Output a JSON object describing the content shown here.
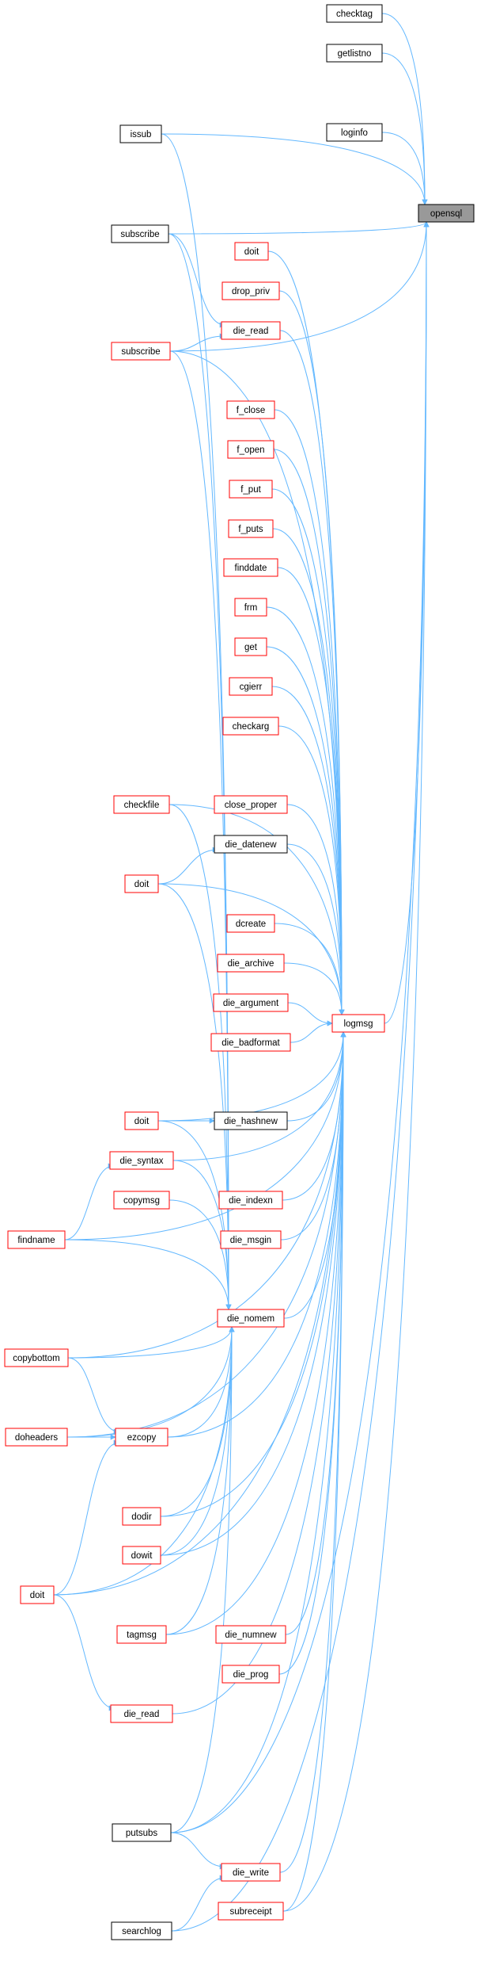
{
  "nodes": [
    {
      "id": "opensql",
      "label": "opensql",
      "style": "target"
    },
    {
      "id": "checktag",
      "label": "checktag",
      "style": "black"
    },
    {
      "id": "getlistno",
      "label": "getlistno",
      "style": "black"
    },
    {
      "id": "issub",
      "label": "issub",
      "style": "black"
    },
    {
      "id": "loginfo",
      "label": "loginfo",
      "style": "black"
    },
    {
      "id": "subscribe1",
      "label": "subscribe",
      "style": "black"
    },
    {
      "id": "doit1",
      "label": "doit",
      "style": "red"
    },
    {
      "id": "drop_priv",
      "label": "drop_priv",
      "style": "red"
    },
    {
      "id": "die_read1",
      "label": "die_read",
      "style": "red"
    },
    {
      "id": "subscribe2",
      "label": "subscribe",
      "style": "red"
    },
    {
      "id": "f_close",
      "label": "f_close",
      "style": "red"
    },
    {
      "id": "f_open",
      "label": "f_open",
      "style": "red"
    },
    {
      "id": "f_put",
      "label": "f_put",
      "style": "red"
    },
    {
      "id": "f_puts",
      "label": "f_puts",
      "style": "red"
    },
    {
      "id": "finddate",
      "label": "finddate",
      "style": "red"
    },
    {
      "id": "frm",
      "label": "frm",
      "style": "red"
    },
    {
      "id": "get",
      "label": "get",
      "style": "red"
    },
    {
      "id": "cgierr",
      "label": "cgierr",
      "style": "red"
    },
    {
      "id": "checkarg",
      "label": "checkarg",
      "style": "red"
    },
    {
      "id": "checkfile",
      "label": "checkfile",
      "style": "red"
    },
    {
      "id": "close_proper",
      "label": "close_proper",
      "style": "red"
    },
    {
      "id": "die_datenew",
      "label": "die_datenew",
      "style": "black"
    },
    {
      "id": "doit2",
      "label": "doit",
      "style": "red"
    },
    {
      "id": "dcreate",
      "label": "dcreate",
      "style": "red"
    },
    {
      "id": "die_archive",
      "label": "die_archive",
      "style": "red"
    },
    {
      "id": "die_argument",
      "label": "die_argument",
      "style": "red"
    },
    {
      "id": "logmsg",
      "label": "logmsg",
      "style": "red"
    },
    {
      "id": "die_badformat",
      "label": "die_badformat",
      "style": "red"
    },
    {
      "id": "doit3",
      "label": "doit",
      "style": "red"
    },
    {
      "id": "die_hashnew",
      "label": "die_hashnew",
      "style": "black"
    },
    {
      "id": "die_syntax",
      "label": "die_syntax",
      "style": "red"
    },
    {
      "id": "copymsg",
      "label": "copymsg",
      "style": "red"
    },
    {
      "id": "die_indexn",
      "label": "die_indexn",
      "style": "red"
    },
    {
      "id": "findname",
      "label": "findname",
      "style": "red"
    },
    {
      "id": "die_msgin",
      "label": "die_msgin",
      "style": "red"
    },
    {
      "id": "die_nomem",
      "label": "die_nomem",
      "style": "red"
    },
    {
      "id": "copybottom",
      "label": "copybottom",
      "style": "red"
    },
    {
      "id": "doheaders",
      "label": "doheaders",
      "style": "red"
    },
    {
      "id": "ezcopy",
      "label": "ezcopy",
      "style": "red"
    },
    {
      "id": "dodir",
      "label": "dodir",
      "style": "red"
    },
    {
      "id": "dowit",
      "label": "dowit",
      "style": "red"
    },
    {
      "id": "doit4",
      "label": "doit",
      "style": "red"
    },
    {
      "id": "tagmsg",
      "label": "tagmsg",
      "style": "red"
    },
    {
      "id": "die_numnew",
      "label": "die_numnew",
      "style": "red"
    },
    {
      "id": "die_prog",
      "label": "die_prog",
      "style": "red"
    },
    {
      "id": "die_read2",
      "label": "die_read",
      "style": "red"
    },
    {
      "id": "putsubs",
      "label": "putsubs",
      "style": "black"
    },
    {
      "id": "die_write",
      "label": "die_write",
      "style": "red"
    },
    {
      "id": "subreceipt",
      "label": "subreceipt",
      "style": "red"
    },
    {
      "id": "searchlog",
      "label": "searchlog",
      "style": "black"
    }
  ],
  "edges": [
    [
      "checktag",
      "opensql"
    ],
    [
      "getlistno",
      "opensql"
    ],
    [
      "issub",
      "opensql"
    ],
    [
      "loginfo",
      "opensql"
    ],
    [
      "subscribe1",
      "opensql"
    ],
    [
      "subscribe2",
      "opensql"
    ],
    [
      "logmsg",
      "opensql"
    ],
    [
      "putsubs",
      "opensql"
    ],
    [
      "searchlog",
      "opensql"
    ],
    [
      "subreceipt",
      "opensql"
    ],
    [
      "doit1",
      "logmsg"
    ],
    [
      "drop_priv",
      "logmsg"
    ],
    [
      "die_read1",
      "logmsg"
    ],
    [
      "subscribe2",
      "logmsg"
    ],
    [
      "f_close",
      "logmsg"
    ],
    [
      "f_open",
      "logmsg"
    ],
    [
      "f_put",
      "logmsg"
    ],
    [
      "f_puts",
      "logmsg"
    ],
    [
      "finddate",
      "logmsg"
    ],
    [
      "frm",
      "logmsg"
    ],
    [
      "get",
      "logmsg"
    ],
    [
      "cgierr",
      "logmsg"
    ],
    [
      "checkarg",
      "logmsg"
    ],
    [
      "checkfile",
      "logmsg"
    ],
    [
      "close_proper",
      "logmsg"
    ],
    [
      "die_datenew",
      "logmsg"
    ],
    [
      "doit2",
      "logmsg"
    ],
    [
      "dcreate",
      "logmsg"
    ],
    [
      "die_archive",
      "logmsg"
    ],
    [
      "die_argument",
      "logmsg"
    ],
    [
      "die_badformat",
      "logmsg"
    ],
    [
      "doit3",
      "logmsg"
    ],
    [
      "die_hashnew",
      "logmsg"
    ],
    [
      "die_syntax",
      "logmsg"
    ],
    [
      "die_indexn",
      "logmsg"
    ],
    [
      "die_msgin",
      "logmsg"
    ],
    [
      "die_nomem",
      "logmsg"
    ],
    [
      "copybottom",
      "logmsg"
    ],
    [
      "ezcopy",
      "logmsg"
    ],
    [
      "dodir",
      "logmsg"
    ],
    [
      "dowit",
      "logmsg"
    ],
    [
      "doit4",
      "logmsg"
    ],
    [
      "tagmsg",
      "logmsg"
    ],
    [
      "die_numnew",
      "logmsg"
    ],
    [
      "die_prog",
      "logmsg"
    ],
    [
      "die_read2",
      "logmsg"
    ],
    [
      "putsubs",
      "logmsg"
    ],
    [
      "die_write",
      "logmsg"
    ],
    [
      "subreceipt",
      "logmsg"
    ],
    [
      "doheaders",
      "logmsg"
    ],
    [
      "findname",
      "logmsg"
    ],
    [
      "subscribe1",
      "die_read1"
    ],
    [
      "subscribe2",
      "die_read1"
    ],
    [
      "doit2",
      "die_datenew"
    ],
    [
      "doit3",
      "die_hashnew"
    ],
    [
      "findname",
      "die_syntax"
    ],
    [
      "doheaders",
      "ezcopy"
    ],
    [
      "copybottom",
      "ezcopy"
    ],
    [
      "doit4",
      "ezcopy"
    ],
    [
      "doit4",
      "die_read2"
    ],
    [
      "putsubs",
      "die_write"
    ],
    [
      "searchlog",
      "die_write"
    ],
    [
      "issub",
      "die_nomem"
    ],
    [
      "subscribe1",
      "die_nomem"
    ],
    [
      "subscribe2",
      "die_nomem"
    ],
    [
      "checkfile",
      "die_nomem"
    ],
    [
      "doit2",
      "die_nomem"
    ],
    [
      "doit3",
      "die_nomem"
    ],
    [
      "die_syntax",
      "die_nomem"
    ],
    [
      "copymsg",
      "die_nomem"
    ],
    [
      "findname",
      "die_nomem"
    ],
    [
      "copybottom",
      "die_nomem"
    ],
    [
      "doheaders",
      "die_nomem"
    ],
    [
      "ezcopy",
      "die_nomem"
    ],
    [
      "dodir",
      "die_nomem"
    ],
    [
      "dowit",
      "die_nomem"
    ],
    [
      "doit4",
      "die_nomem"
    ],
    [
      "tagmsg",
      "die_nomem"
    ],
    [
      "putsubs",
      "die_nomem"
    ]
  ],
  "colors": {
    "edge": "#63b8ff",
    "red_border": "#ff0000",
    "black_border": "#000000",
    "target_fill": "#999999",
    "node_fill": "#ffffff",
    "text": "#000000"
  }
}
